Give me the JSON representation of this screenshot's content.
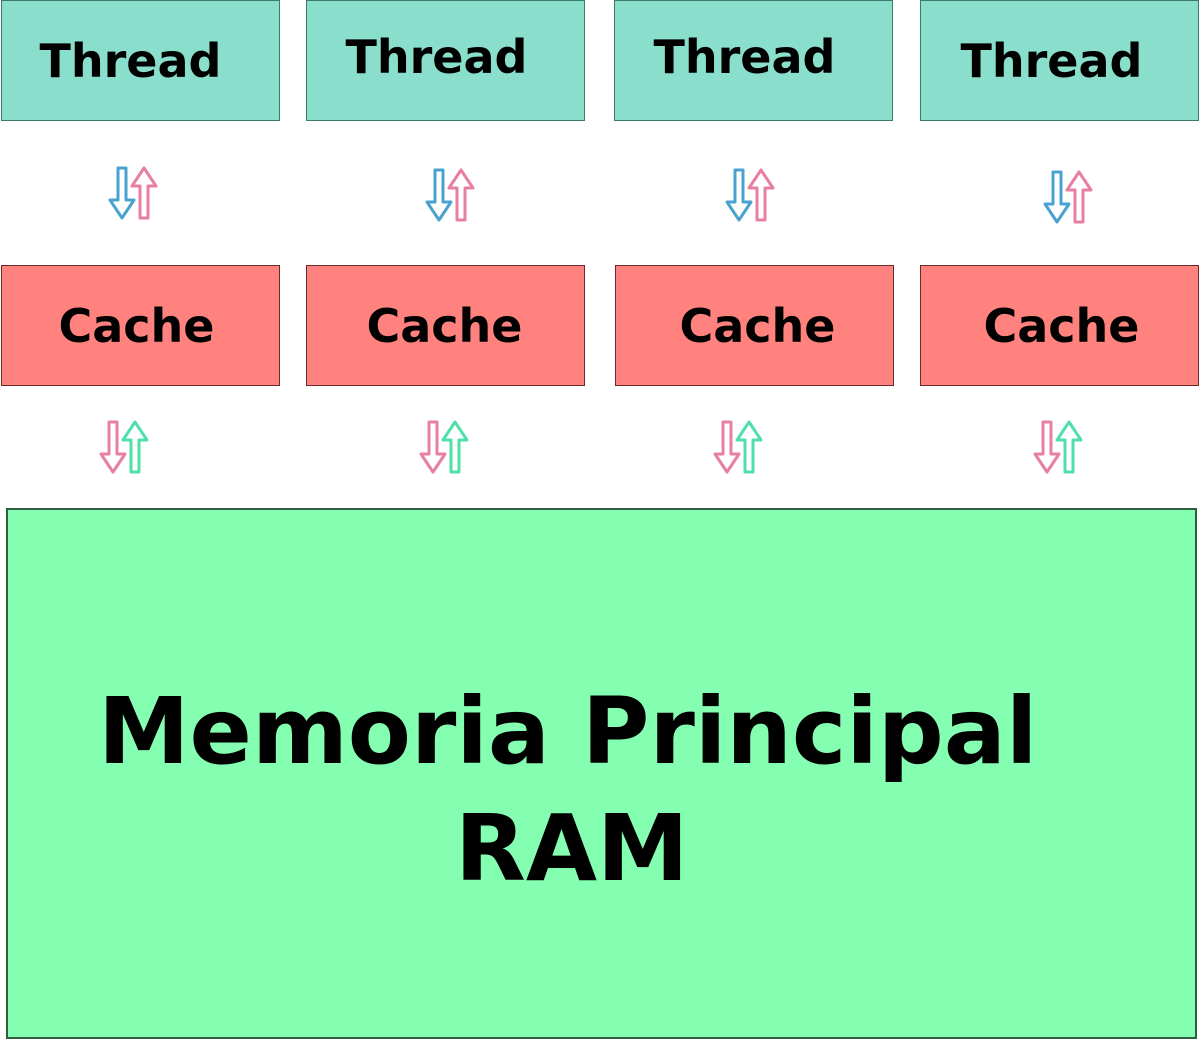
{
  "threads": [
    {
      "label": "Thread"
    },
    {
      "label": "Thread"
    },
    {
      "label": "Thread"
    },
    {
      "label": "Thread"
    }
  ],
  "caches": [
    {
      "label": "Cache"
    },
    {
      "label": "Cache"
    },
    {
      "label": "Cache"
    },
    {
      "label": "Cache"
    }
  ],
  "ram": {
    "line1": "Memoria Principal",
    "line2": "RAM"
  },
  "colors": {
    "thread_fill": "#8adfcc",
    "cache_fill": "#ff827e",
    "ram_fill": "#84ffb1",
    "arrow_blue": "#4aa3cf",
    "arrow_pink": "#e77fa0",
    "arrow_teal": "#4fdfaa"
  },
  "icons": {
    "thread_cache_arrows": "down-up-arrows-icon",
    "cache_ram_arrows": "down-up-arrows-icon"
  }
}
